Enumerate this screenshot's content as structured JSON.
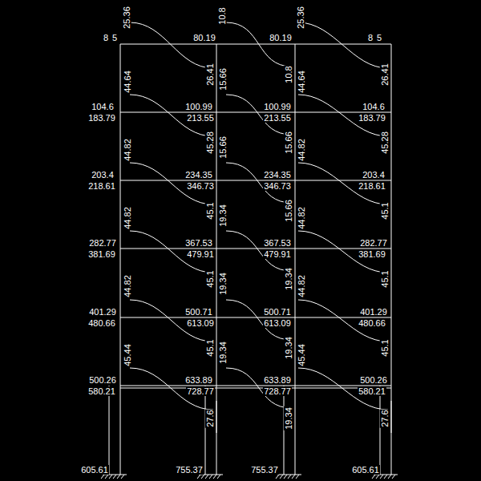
{
  "diagram": {
    "labels": [
      "25.36",
      "10.8",
      "25.36",
      "85",
      "80.19",
      "80.19",
      "85",
      "44.64",
      "26.41",
      "15.66",
      "10.8",
      "44.64",
      "26.41",
      "104.6",
      "100.99",
      "100.99",
      "104.6",
      "183.79",
      "213.55",
      "213.55",
      "183.79",
      "44.82",
      "45.28",
      "15.66",
      "15.66",
      "44.82",
      "45.28",
      "203.4",
      "234.35",
      "234.35",
      "203.4",
      "218.61",
      "346.73",
      "346.73",
      "218.61",
      "44.82",
      "45.1",
      "19.34",
      "15.66",
      "44.82",
      "45.1",
      "282.77",
      "367.53",
      "367.53",
      "282.77",
      "381.69",
      "479.91",
      "479.91",
      "381.69",
      "44.82",
      "45.1",
      "19.34",
      "19.34",
      "44.82",
      "45.1",
      "401.29",
      "500.71",
      "500.71",
      "401.29",
      "480.66",
      "613.09",
      "613.09",
      "480.66",
      "45.44",
      "45.1",
      "19.34",
      "19.34",
      "45.44",
      "45.1",
      "500.26",
      "633.89",
      "633.89",
      "500.26",
      "580.21",
      "728.77",
      "728.77",
      "580.21",
      "27.6",
      "19.34",
      "27.6",
      "605.61",
      "755.37",
      "755.37",
      "605.61"
    ]
  }
}
